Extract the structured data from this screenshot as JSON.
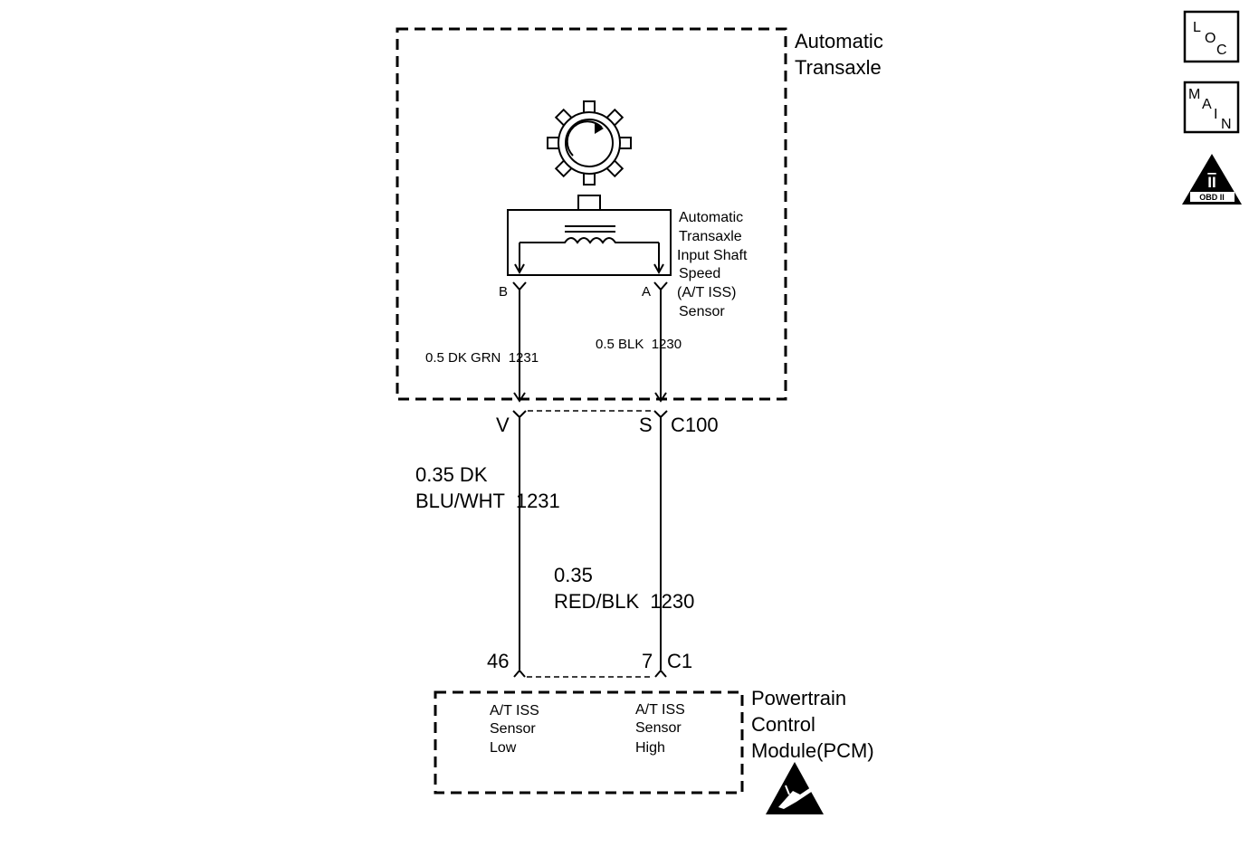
{
  "transaxle": {
    "title_line1": "Automatic",
    "title_line2": "Transaxle"
  },
  "sensor": {
    "label_lines": [
      "Automatic",
      "Transaxle",
      "Input Shaft",
      "Speed",
      "(A/T ISS)",
      "Sensor"
    ],
    "terminal_b": "B",
    "terminal_a": "A"
  },
  "wires_upper": {
    "left": "0.5 DK GRN  1231",
    "right": "0.5 BLK  1230"
  },
  "connector_c100": {
    "pin_left": "V",
    "pin_right": "S",
    "name": "C100"
  },
  "wires_lower": {
    "left_line1": "0.35 DK",
    "left_line2": "BLU/WHT  1231",
    "right_line1": "0.35",
    "right_line2": "RED/BLK  1230"
  },
  "connector_c1": {
    "pin_left": "46",
    "pin_right": "7",
    "name": "C1"
  },
  "pcm": {
    "title_lines": [
      "Powertrain",
      "Control",
      "Module(PCM)"
    ],
    "left_lines": [
      "A/T ISS",
      "Sensor",
      "Low"
    ],
    "right_lines": [
      "A/T ISS",
      "Sensor",
      "High"
    ]
  },
  "side_icons": {
    "loc": [
      "L",
      "O",
      "C"
    ],
    "main": [
      "M",
      "A",
      "I",
      "N"
    ],
    "obd_numeral": "II",
    "obd_label": "OBD II"
  },
  "icons": {
    "reluctor": "reluctor-wheel-icon",
    "esd": "esd-warning-icon"
  }
}
